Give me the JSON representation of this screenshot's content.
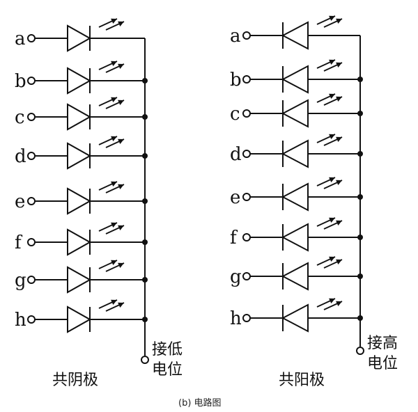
{
  "pins": [
    "a",
    "b",
    "c",
    "d",
    "e",
    "f",
    "g",
    "h"
  ],
  "left_circuit": {
    "title": "共阴极",
    "terminal_line1": "接低",
    "terminal_line2": "电位",
    "diode_direction": "anode-left"
  },
  "right_circuit": {
    "title": "共阳极",
    "terminal_line1": "接高",
    "terminal_line2": "电位",
    "diode_direction": "cathode-left"
  },
  "caption": "(b) 电路图"
}
